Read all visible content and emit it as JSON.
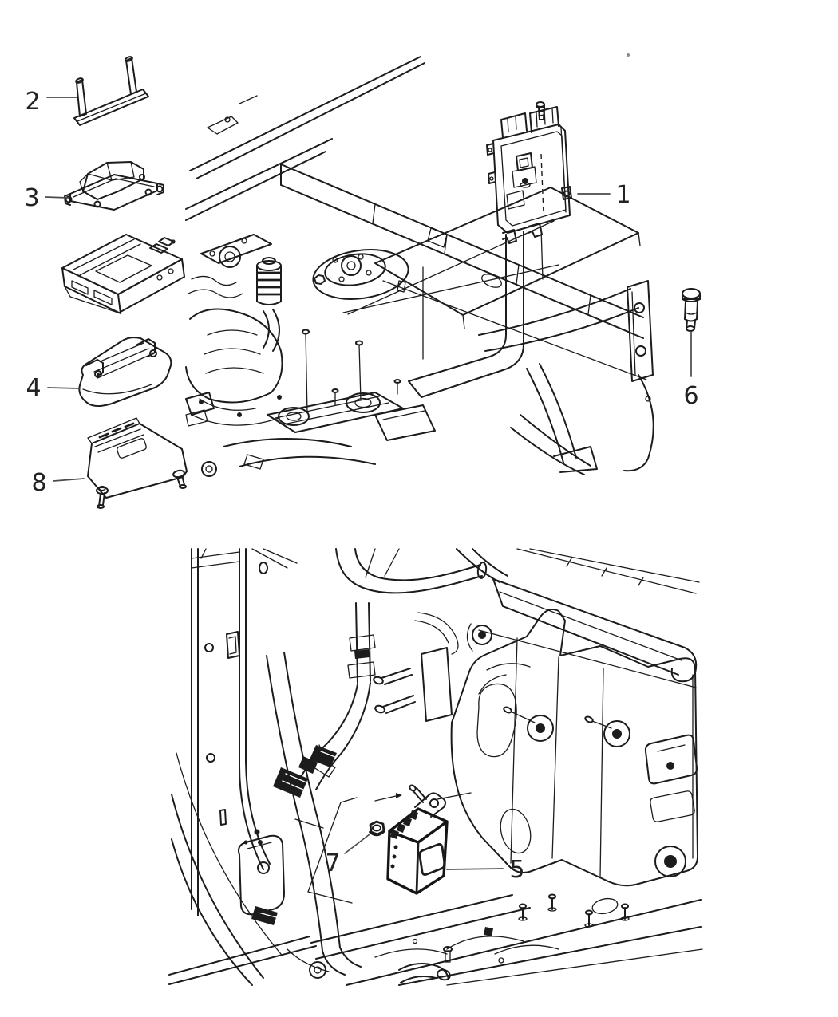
{
  "figure": {
    "type": "parts-diagram",
    "background_color": "#ffffff",
    "line_color": "#1c1c1c",
    "leader_color": "#4a4a4a",
    "callout_text_color": "#222222"
  },
  "callouts": [
    {
      "label": "1"
    },
    {
      "label": "2"
    },
    {
      "label": "3"
    },
    {
      "label": "4"
    },
    {
      "label": "5"
    },
    {
      "label": "6"
    },
    {
      "label": "7"
    },
    {
      "label": "8"
    }
  ]
}
